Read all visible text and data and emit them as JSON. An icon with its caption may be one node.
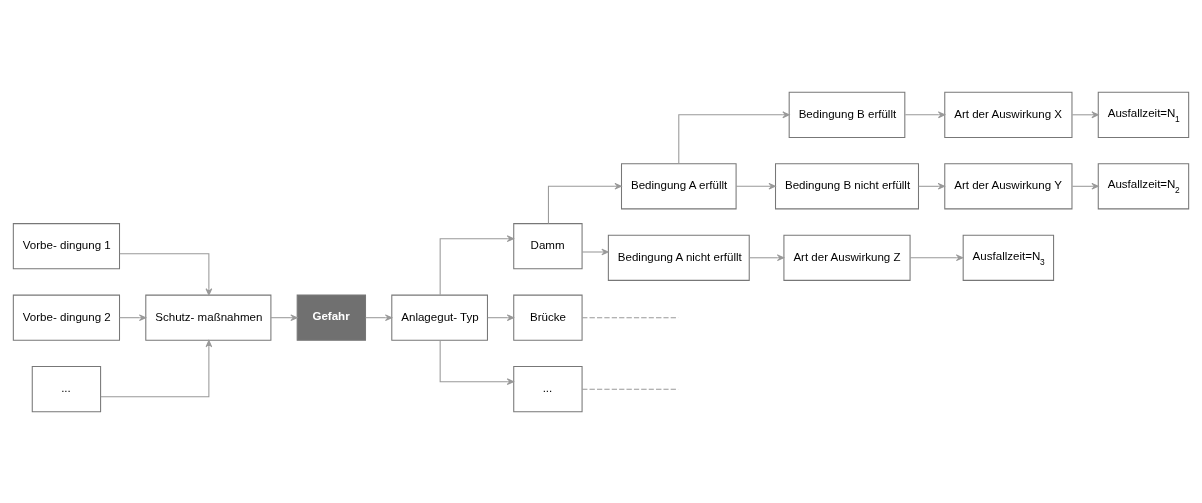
{
  "diagram": {
    "nodes": [
      {
        "text": [
          "Vorbe- dingung 1"
        ]
      },
      {
        "text": [
          "Vorbe- dingung 2"
        ]
      },
      {
        "text": [
          "..."
        ]
      },
      {
        "text": [
          "Schutz- maßnahmen"
        ]
      },
      {
        "text": [
          "Gefahr"
        ]
      },
      {
        "text": [
          "Anlagegut- Typ"
        ]
      },
      {
        "text": [
          "Damm"
        ]
      },
      {
        "text": [
          "Brücke"
        ]
      },
      {
        "text": [
          "..."
        ]
      },
      {
        "text": [
          "Bedingung A erfüllt"
        ]
      },
      {
        "text": [
          "Bedingung A nicht erfüllt"
        ]
      },
      {
        "text": [
          "Bedingung B erfüllt"
        ]
      },
      {
        "text": [
          "Bedingung B nicht erfüllt"
        ]
      },
      {
        "text": [
          "Art der Auswirkung X"
        ]
      },
      {
        "text": [
          "Art der Auswirkung Y"
        ]
      },
      {
        "text": [
          "Art der Auswirkung Z"
        ]
      },
      {
        "text": [
          "Ausfallzeit=N$_{1}$"
        ]
      },
      {
        "text": [
          "Ausfallzeit=N$_{2}$"
        ]
      },
      {
        "text": [
          "Ausfallzeit=N$_{3}$"
        ]
      }
    ],
    "edges": [
      {
        "from": 0,
        "to": 3,
        "arrow": "to"
      },
      {
        "from": 1,
        "to": 3,
        "arrow": "to"
      },
      {
        "from": 2,
        "to": 3,
        "arrow": "to"
      },
      {
        "from": 3,
        "to": 4,
        "arrow": "to"
      },
      {
        "from": 4,
        "to": 5,
        "arrow": "to"
      },
      {
        "from": 5,
        "to": 6,
        "arrow": "to"
      },
      {
        "from": 5,
        "to": 7,
        "arrow": "to"
      },
      {
        "from": 5,
        "to": 8,
        "arrow": "to"
      },
      {
        "from": 7,
        "to": null,
        "arrow": "none",
        "style": "dashed"
      },
      {
        "from": 8,
        "to": null,
        "arrow": "none",
        "style": "dashed"
      },
      {
        "from": 6,
        "to": 9,
        "arrow": "to"
      },
      {
        "from": 6,
        "to": 10,
        "arrow": "to"
      },
      {
        "from": 9,
        "to": 11,
        "arrow": "to"
      },
      {
        "from": 9,
        "to": 12,
        "arrow": "to"
      },
      {
        "from": 11,
        "to": 13,
        "arrow": "to"
      },
      {
        "from": 12,
        "to": 14,
        "arrow": "to"
      },
      {
        "from": 10,
        "to": 15,
        "arrow": "to"
      },
      {
        "from": 13,
        "to": 16,
        "arrow": "to"
      },
      {
        "from": 14,
        "to": 17,
        "arrow": "to"
      },
      {
        "from": 15,
        "to": 18,
        "arrow": "to"
      }
    ]
  }
}
